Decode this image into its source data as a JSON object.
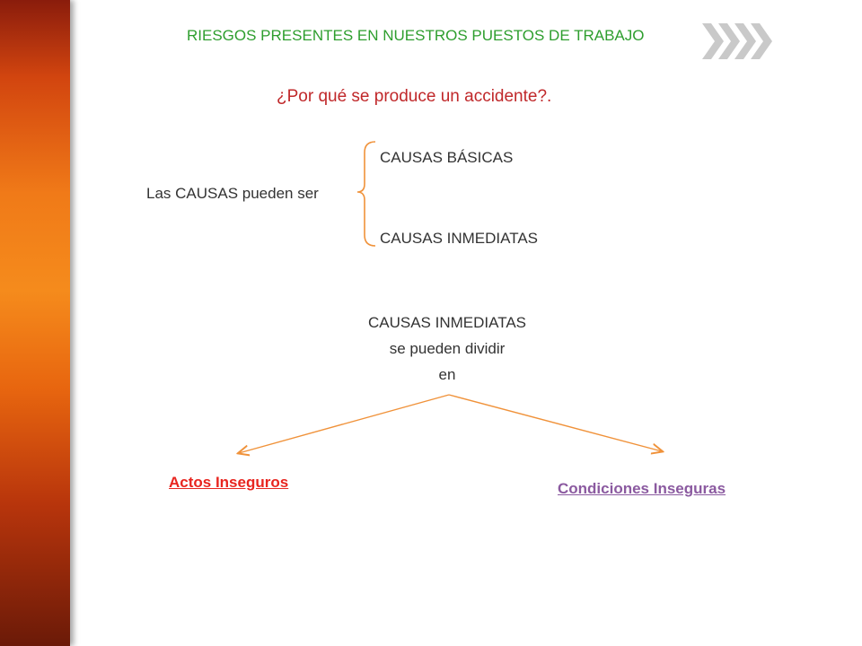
{
  "slide": {
    "title": "RIESGOS PRESENTES EN NUESTROS PUESTOS DE TRABAJO",
    "question": "¿Por qué se produce un accidente?.",
    "causes_intro": "Las CAUSAS pueden ser",
    "cause_basic": "CAUSAS BÁSICAS",
    "cause_immediate": "CAUSAS INMEDIATAS",
    "division": {
      "line1": "CAUSAS INMEDIATAS",
      "line2": "se pueden dividir",
      "line3": "en"
    },
    "link_left": "Actos Inseguros",
    "link_right": "Condiciones Inseguras "
  },
  "colors": {
    "title": "#2e9e2e",
    "question": "#c0282a",
    "arrow": "#f0923a",
    "link_left": "#e8251f",
    "link_right": "#8b5aa0",
    "side_bar": "#f07a18"
  },
  "icons": {
    "chevrons": "double-chevron-right-icon",
    "brace": "left-brace"
  }
}
